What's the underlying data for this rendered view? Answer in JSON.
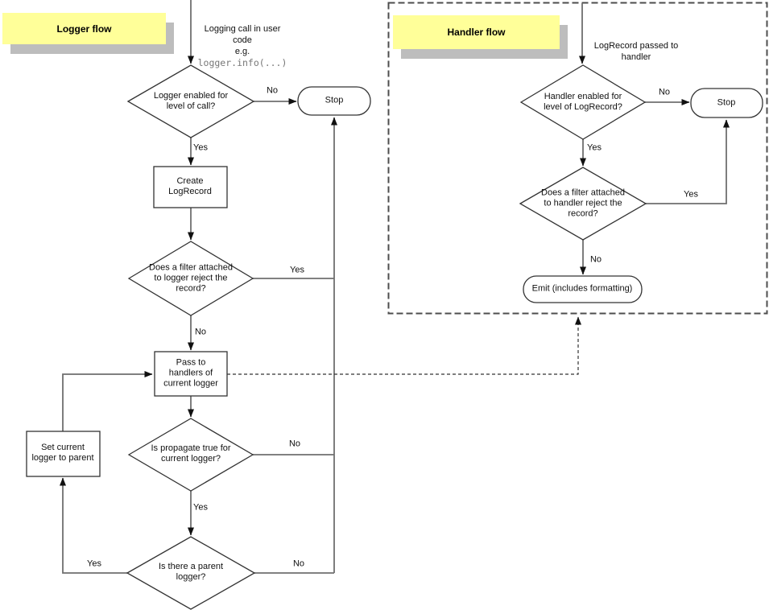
{
  "logger_flow": {
    "title": "Logger flow",
    "entry_note": "Logging call in user\ncode\ne.g.",
    "entry_code": "logger.info(...)",
    "nodes": {
      "enabled_check": "Logger enabled for\nlevel of call?",
      "stop": "Stop",
      "create_logrecord": "Create\nLogRecord",
      "filter_check": "Does a filter attached\nto logger reject the\nrecord?",
      "pass_to_handlers": "Pass to\nhandlers of\ncurrent logger",
      "propagate_check": "Is propagate true for\ncurrent logger?",
      "parent_check": "Is there a parent\nlogger?",
      "set_current_logger": "Set current\nlogger to parent"
    },
    "edge_labels": {
      "enabled_no": "No",
      "enabled_yes": "Yes",
      "filter_yes": "Yes",
      "filter_no": "No",
      "propagate_no": "No",
      "propagate_yes": "Yes",
      "parent_yes": "Yes",
      "parent_no": "No"
    }
  },
  "handler_flow": {
    "title": "Handler flow",
    "entry_note": "LogRecord passed to\nhandler",
    "nodes": {
      "enabled_check": "Handler enabled for\nlevel of LogRecord?",
      "stop": "Stop",
      "filter_check": "Does a filter attached\nto handler reject the\nrecord?",
      "emit": "Emit (includes formatting)"
    },
    "edge_labels": {
      "enabled_no": "No",
      "enabled_yes": "Yes",
      "filter_yes": "Yes",
      "filter_no": "No"
    }
  },
  "colors": {
    "note_bg": "#ffff99",
    "note_shadow": "#bdbdbd",
    "connector": "#6f6f6f",
    "dash_connector": "#333333",
    "dash_box": "#4d4d4d",
    "shape_border": "#333333",
    "arrow": "#111111",
    "code_text": "#777777"
  }
}
